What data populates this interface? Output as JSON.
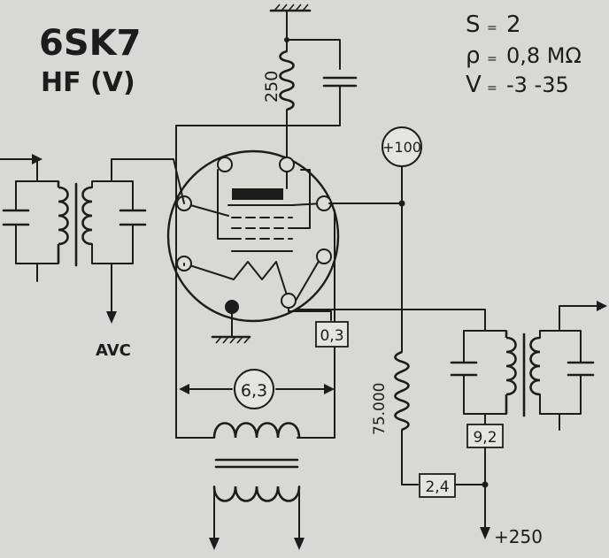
{
  "tube": {
    "type": "6SK7",
    "function": "HF (V)"
  },
  "params": [
    {
      "symbol": "S",
      "eq": "=",
      "value": "2"
    },
    {
      "symbol": "ρ",
      "eq": "=",
      "value": "0,8 MΩ"
    },
    {
      "symbol": "V",
      "eq": "=",
      "value": "-3 -35"
    }
  ],
  "components": {
    "plate_resistor": "250",
    "screen_resistor": "75.000",
    "screen_voltage": "+100",
    "filament_voltage": "6,3",
    "cathode_current": "0,3",
    "plate_current": "9,2",
    "screen_current": "2,4",
    "supply": "+250",
    "avc": "AVC"
  }
}
